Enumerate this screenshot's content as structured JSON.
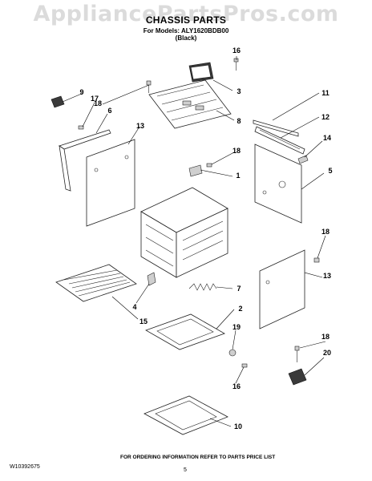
{
  "header": {
    "watermark": "AppliancePartsPros.com",
    "title": "CHASSIS PARTS",
    "models_line": "For Models: ALY1620BDB00",
    "color_line": "(Black)"
  },
  "footer": {
    "doc_number": "W10392675",
    "page_number": "5",
    "ordering_info": "FOR ORDERING INFORMATION REFER TO PARTS PRICE LIST"
  },
  "callouts": [
    {
      "id": "c16a",
      "label": "16"
    },
    {
      "id": "c3",
      "label": "3"
    },
    {
      "id": "c9",
      "label": "9"
    },
    {
      "id": "c17",
      "label": "17"
    },
    {
      "id": "c18a",
      "label": "18"
    },
    {
      "id": "c6",
      "label": "6"
    },
    {
      "id": "c8",
      "label": "8"
    },
    {
      "id": "c11",
      "label": "11"
    },
    {
      "id": "c12",
      "label": "12"
    },
    {
      "id": "c13a",
      "label": "13"
    },
    {
      "id": "c14",
      "label": "14"
    },
    {
      "id": "c18b",
      "label": "18"
    },
    {
      "id": "c1",
      "label": "1"
    },
    {
      "id": "c5",
      "label": "5"
    },
    {
      "id": "c18c",
      "label": "18"
    },
    {
      "id": "c13b",
      "label": "13"
    },
    {
      "id": "c7",
      "label": "7"
    },
    {
      "id": "c4",
      "label": "4"
    },
    {
      "id": "c2",
      "label": "2"
    },
    {
      "id": "c15",
      "label": "15"
    },
    {
      "id": "c19",
      "label": "19"
    },
    {
      "id": "c18d",
      "label": "18"
    },
    {
      "id": "c20",
      "label": "20"
    },
    {
      "id": "c16b",
      "label": "16"
    },
    {
      "id": "c10",
      "label": "10"
    }
  ]
}
